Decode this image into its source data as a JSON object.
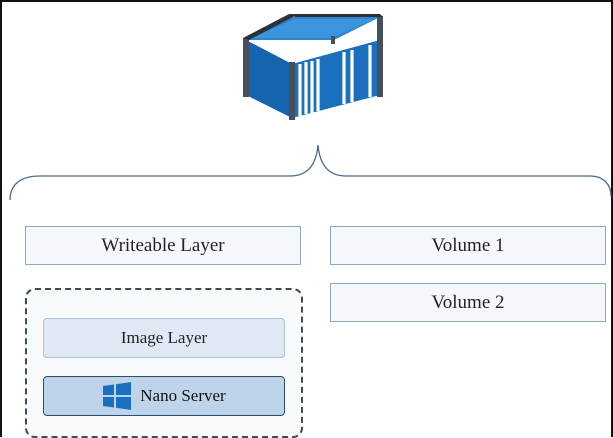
{
  "container_icon": {
    "name": "shipping-container-icon",
    "color": "#1a6fbf"
  },
  "layers": {
    "writeable": "Writeable Layer",
    "volume1": "Volume 1",
    "volume2": "Volume 2",
    "image": "Image Layer",
    "nano": "Nano Server"
  },
  "os_icon": "windows-logo-icon",
  "colors": {
    "box_border": "#8fa9c4",
    "box_fill": "#f4f8fc",
    "image_fill": "#dfe9f5",
    "nano_fill": "#bdd4ea",
    "nano_border": "#2f4d70",
    "windows_blue": "#1a6fbf"
  }
}
